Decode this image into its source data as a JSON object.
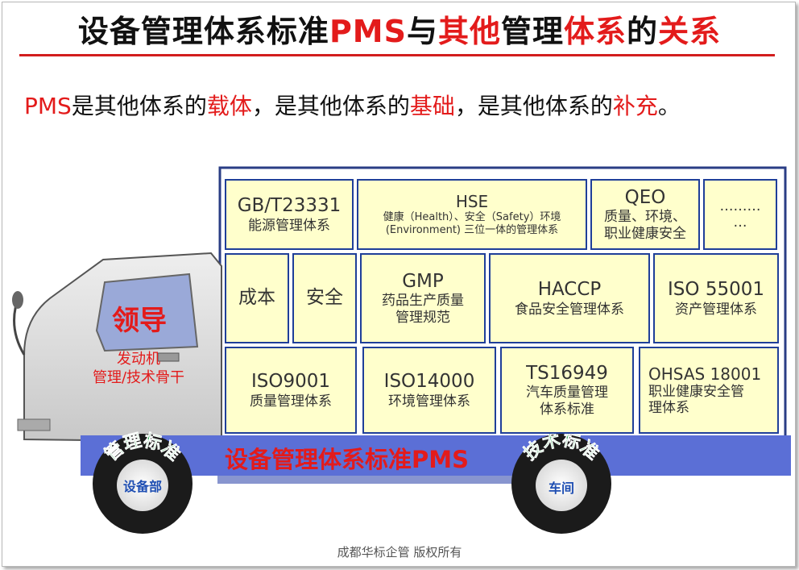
{
  "title": {
    "part1": "设备管理体系标准",
    "part2": "PMS",
    "part3": "与",
    "part4": "其他",
    "part5": "管理",
    "part6": "体系",
    "part7": "的",
    "part8": "关系"
  },
  "subtitle": {
    "s1": "PMS",
    "s2": "是其他体系的",
    "s3": "载体",
    "s4": "，是其他体系的",
    "s5": "基础",
    "s6": "，是其他体系的",
    "s7": "补充",
    "s8": "。"
  },
  "boxes": {
    "gbt": {
      "title": "GB/T23331",
      "desc": "能源管理体系"
    },
    "hse": {
      "title": "HSE",
      "line1": "健康（Health）、安全（Safety）环境",
      "line2": "(Environment) 三位一体的管理体系"
    },
    "qeo": {
      "title": "QEO",
      "line1": "质量、环境、",
      "line2": "职业健康安全"
    },
    "more": {
      "line1": "………",
      "line2": "…"
    },
    "cost": {
      "title": "成本"
    },
    "safety": {
      "title": "安全"
    },
    "gmp": {
      "title": "GMP",
      "line1": "药品生产质量",
      "line2": "管理规范"
    },
    "haccp": {
      "title": "HACCP",
      "desc": "食品安全管理体系"
    },
    "iso55001": {
      "title": "ISO 55001",
      "desc": "资产管理体系"
    },
    "iso9001": {
      "title": "ISO9001",
      "desc": "质量管理体系"
    },
    "iso14000": {
      "title": "ISO14000",
      "desc": "环境管理体系"
    },
    "ts16949": {
      "title": "TS16949",
      "line1": "汽车质量管理",
      "line2": "体系标准"
    },
    "ohsas": {
      "title": "OHSAS 18001",
      "line1": "职业健康安全管",
      "line2": "理体系"
    }
  },
  "cab": {
    "leader": "领导",
    "engine_line1": "发动机",
    "engine_line2": "管理/技术骨干"
  },
  "chassis": {
    "label": "设备管理体系标准PMS"
  },
  "wheels": {
    "front": {
      "arc_label": "管理标准",
      "hub": "设备部"
    },
    "rear": {
      "arc_label": "技术标准",
      "hub": "车间"
    }
  },
  "footer": "成都华标企管  版权所有",
  "colors": {
    "red": "#e31b1b",
    "blue": "#1f3f99",
    "box_fill": "#ffffcc",
    "chassis": "#5b6fd6",
    "green": "#119a3a"
  }
}
